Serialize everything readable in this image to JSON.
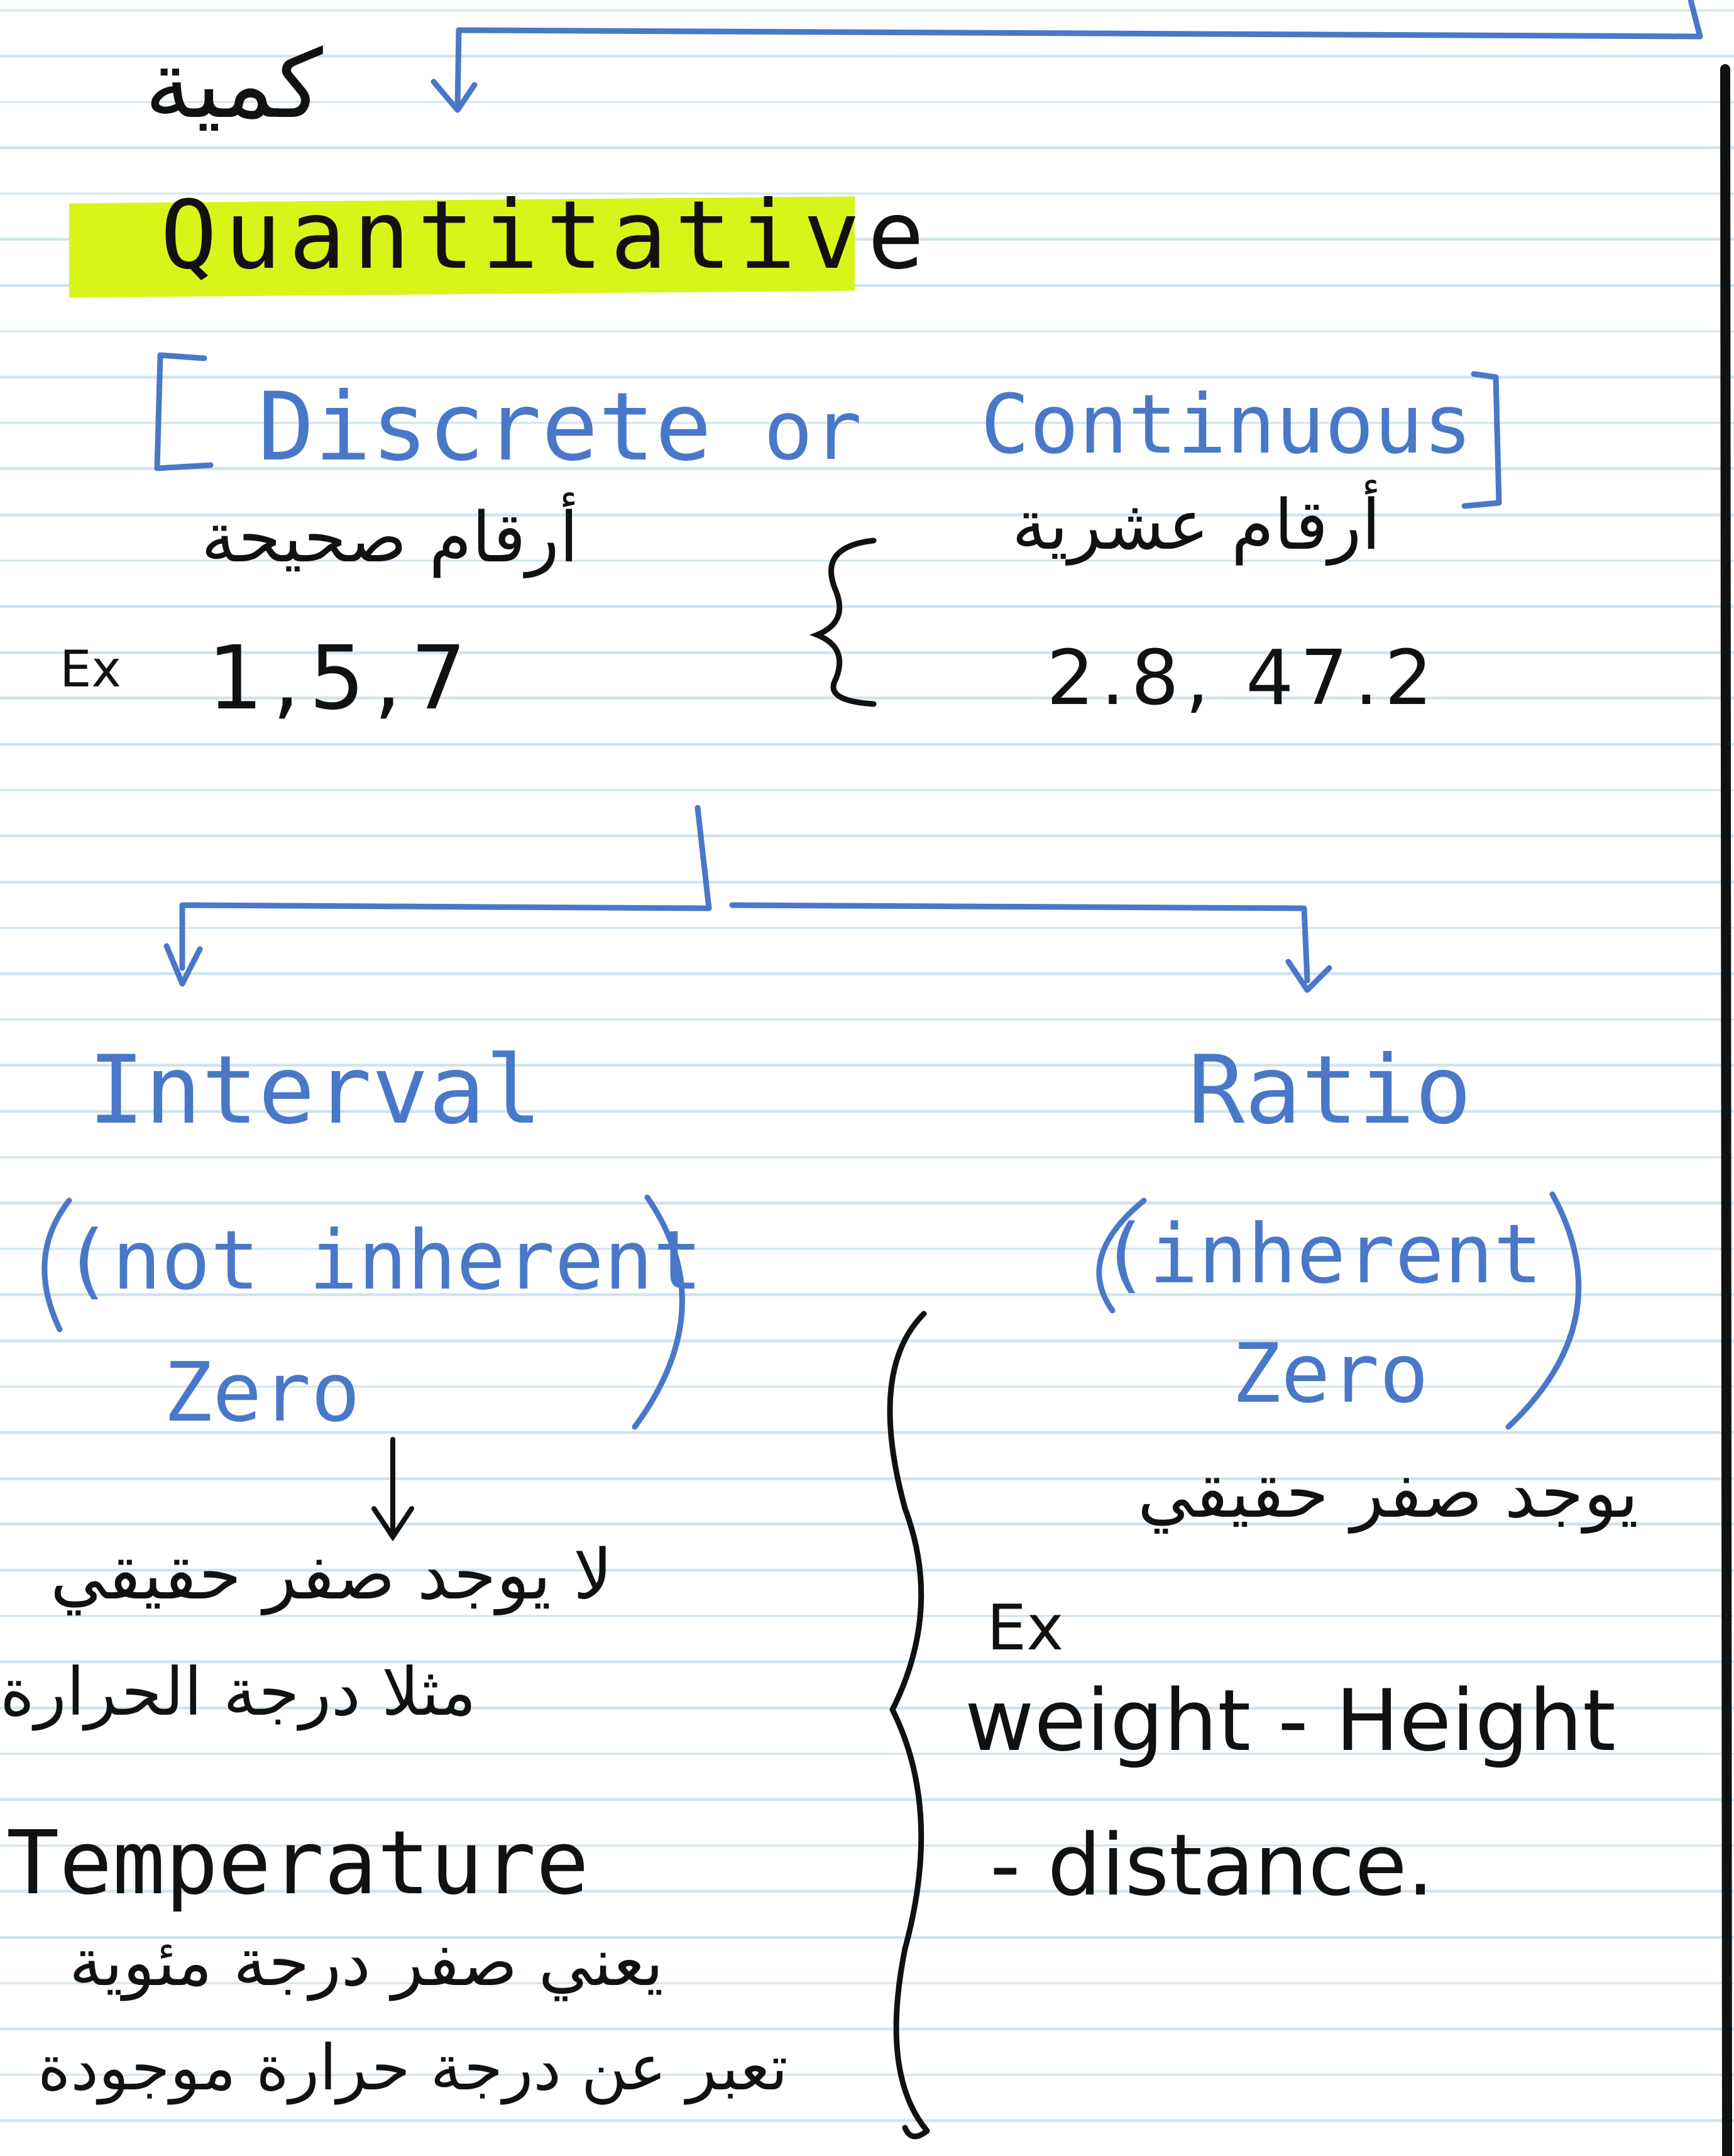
{
  "notes": {
    "arabic_heading": "كمية",
    "title": "Quantitative",
    "types": {
      "open_bracket": "[",
      "discrete": "Discrete",
      "or": "or",
      "continuous": "Continuous",
      "close_bracket": "]"
    },
    "discrete_arabic": "أرقام صحيحة",
    "continuous_arabic": "أرقام عشرية",
    "ex_label": "Ex",
    "discrete_examples": "1,5,7",
    "continuous_examples": "2.8, 47.2",
    "interval": {
      "heading": "Interval",
      "note_line1": "(not inherent",
      "note_line2": "Zero",
      "arabic_1": "لا يوجد صفر حقيقي",
      "arabic_2": "مثلا درجة الحرارة",
      "english": "Temperature",
      "arabic_3": "يعني صفر درجة مئوية",
      "arabic_4": "تعبر عن درجة حرارة موجودة"
    },
    "ratio": {
      "heading": "Ratio",
      "note_line1": "(inherent",
      "note_line2": "Zero",
      "arabic_1": "يوجد صفر حقيقي",
      "ex_label": "Ex",
      "example_line1": "weight - Height",
      "example_line2": "- distance."
    }
  },
  "colors": {
    "ink_blue": "#4a78c8",
    "ink_black": "#111111",
    "highlight": "#d8f51a",
    "ruled_line": "#cfe3ef"
  }
}
